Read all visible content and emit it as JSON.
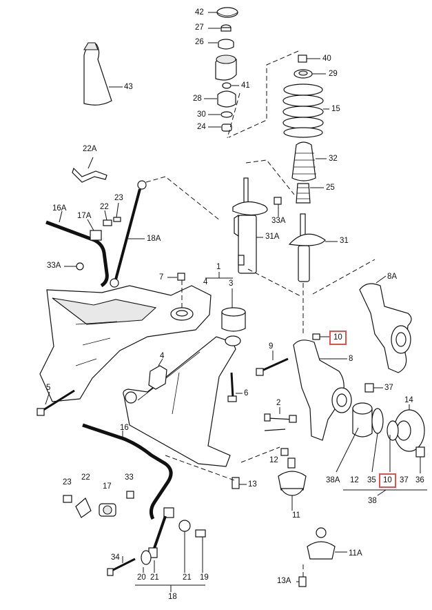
{
  "diagram": {
    "labels": {
      "l42": "42",
      "l27": "27",
      "l26": "26",
      "l43": "43",
      "l40": "40",
      "l29": "29",
      "l41": "41",
      "l28": "28",
      "l30": "30",
      "l24": "24",
      "l15": "15",
      "l22A": "22A",
      "l32": "32",
      "l23a": "23",
      "l25": "25",
      "l16A": "16A",
      "l17A": "17A",
      "l22a": "22",
      "l33Aa": "33A",
      "l31A": "31A",
      "l18A": "18A",
      "l31": "31",
      "l33Ab": "33A",
      "l1": "1",
      "l7": "7",
      "l4": "4",
      "l3": "3",
      "l8A": "8A",
      "l10a": "10",
      "l9": "9",
      "l8": "8",
      "l5": "5",
      "l6": "6",
      "l37": "37",
      "l14": "14",
      "l2": "2",
      "l16": "16",
      "l12a": "12",
      "l13": "13",
      "l38A": "38A",
      "l12b": "12",
      "l35": "35",
      "l10b": "10",
      "l37b": "37",
      "l36": "36",
      "l38": "38",
      "l23b": "23",
      "l22b": "22",
      "l17": "17",
      "l33": "33",
      "l11": "11",
      "l11A": "11A",
      "l34": "34",
      "l20": "20",
      "l21a": "21",
      "l21b": "21",
      "l19": "19",
      "l18": "18",
      "l13A": "13A"
    },
    "highlight_color": "#d9534f"
  }
}
